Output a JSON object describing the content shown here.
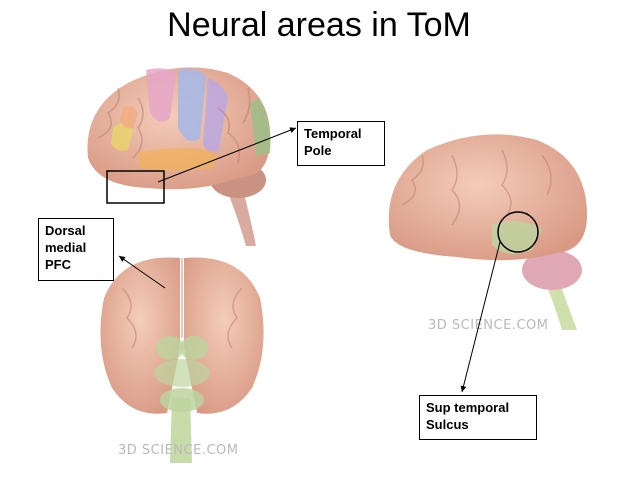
{
  "title": "Neural areas in ToM",
  "labels": {
    "temporal_pole": [
      "Temporal",
      "Pole"
    ],
    "dorsal_medial_pfc": [
      "Dorsal",
      "medial",
      "PFC"
    ],
    "sup_temporal_sulcus": [
      "Sup temporal",
      "Sulcus"
    ]
  },
  "watermarks": {
    "right_brain": "3D SCIENCE.COM",
    "front_brain": "3D SCIENCE.COM"
  },
  "colors": {
    "brain_pink": "#e8b4a0",
    "brainstem_green": "#b9d39a",
    "annotation_black": "#000000"
  }
}
